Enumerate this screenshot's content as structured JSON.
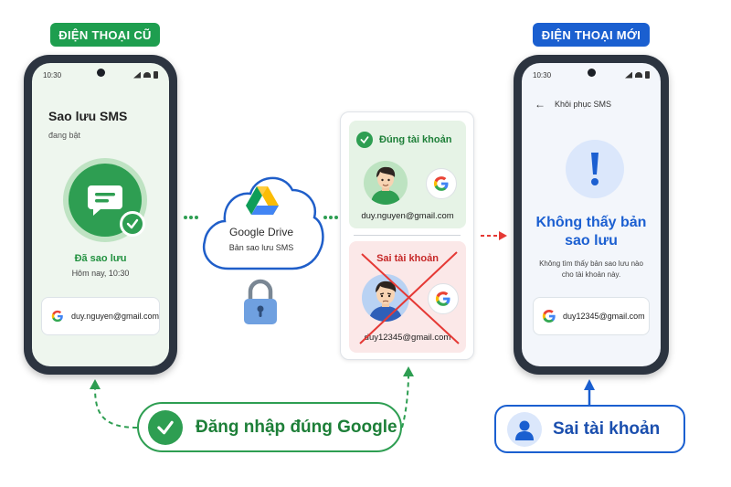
{
  "labels": {
    "old_phone": "ĐIỆN THOẠI CŨ",
    "new_phone": "ĐIỆN THOẠI MỚI"
  },
  "old_phone": {
    "time": "10:30",
    "title": "Sao lưu SMS",
    "status": "đang bật",
    "backup_state": "Đã sao lưu",
    "backup_time": "Hôm nay, 10:30",
    "account": "duy.nguyen@gmail.com"
  },
  "cloud": {
    "name": "Google Drive",
    "subtitle": "Bản sao lưu SMS"
  },
  "accounts_card": {
    "correct_label": "Đúng tài khoản",
    "correct_email": "duy.nguyen@gmail.com",
    "wrong_label": "Sai tài khoản",
    "wrong_email": "duy12345@gmail.com"
  },
  "new_phone": {
    "time": "10:30",
    "screen_title": "Khôi phục SMS",
    "heading": "Không thấy bản sao lưu",
    "description": "Không tìm thấy bản sao lưu nào cho tài khoản này.",
    "account": "duy12345@gmail.com"
  },
  "callouts": {
    "correct_login": "Đăng nhập đúng Google",
    "wrong_account": "Sai tài khoản"
  },
  "colors": {
    "green": "#2e9e52",
    "blue": "#1a5fd0",
    "red": "#e53935"
  }
}
